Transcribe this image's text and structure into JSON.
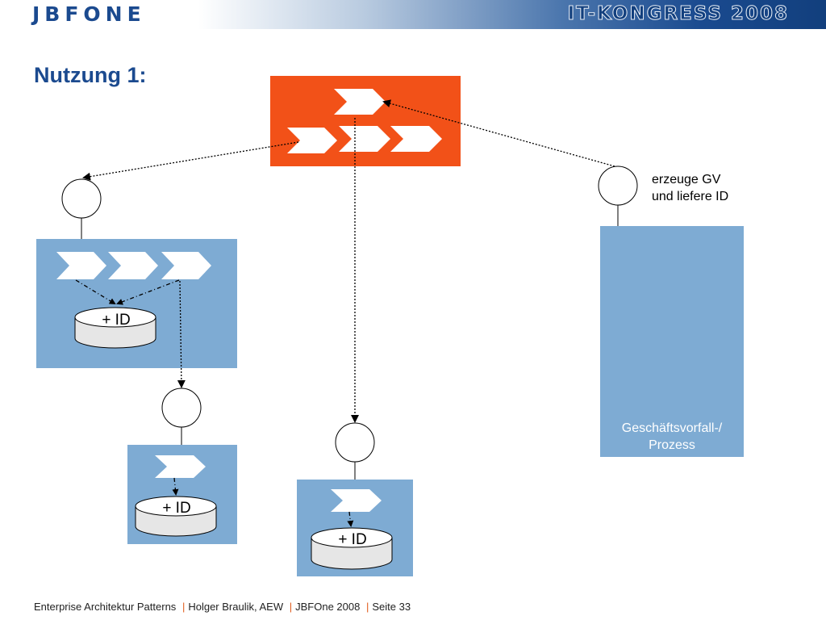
{
  "header": {
    "logo": "JBFONE",
    "event": "IT-KONGRESS 2008"
  },
  "page_title": "Nutzung 1:",
  "annotation": {
    "line1": "erzeuge GV",
    "line2": "und liefere ID"
  },
  "process_box": {
    "line1": "Geschäftsvorfall-/",
    "line2": "Prozess"
  },
  "databases": [
    {
      "label": "+ ID"
    },
    {
      "label": "+ ID"
    },
    {
      "label": "+ ID"
    }
  ],
  "footer": {
    "part1": "Enterprise Architektur Patterns",
    "part2": "Holger Braulik, AEW",
    "part3": "JBFOne 2008",
    "part4": "Seite 33",
    "separator": "|"
  },
  "colors": {
    "orange": "#f25118",
    "blue": "#7eabd3",
    "brand": "#1b4a8f"
  }
}
